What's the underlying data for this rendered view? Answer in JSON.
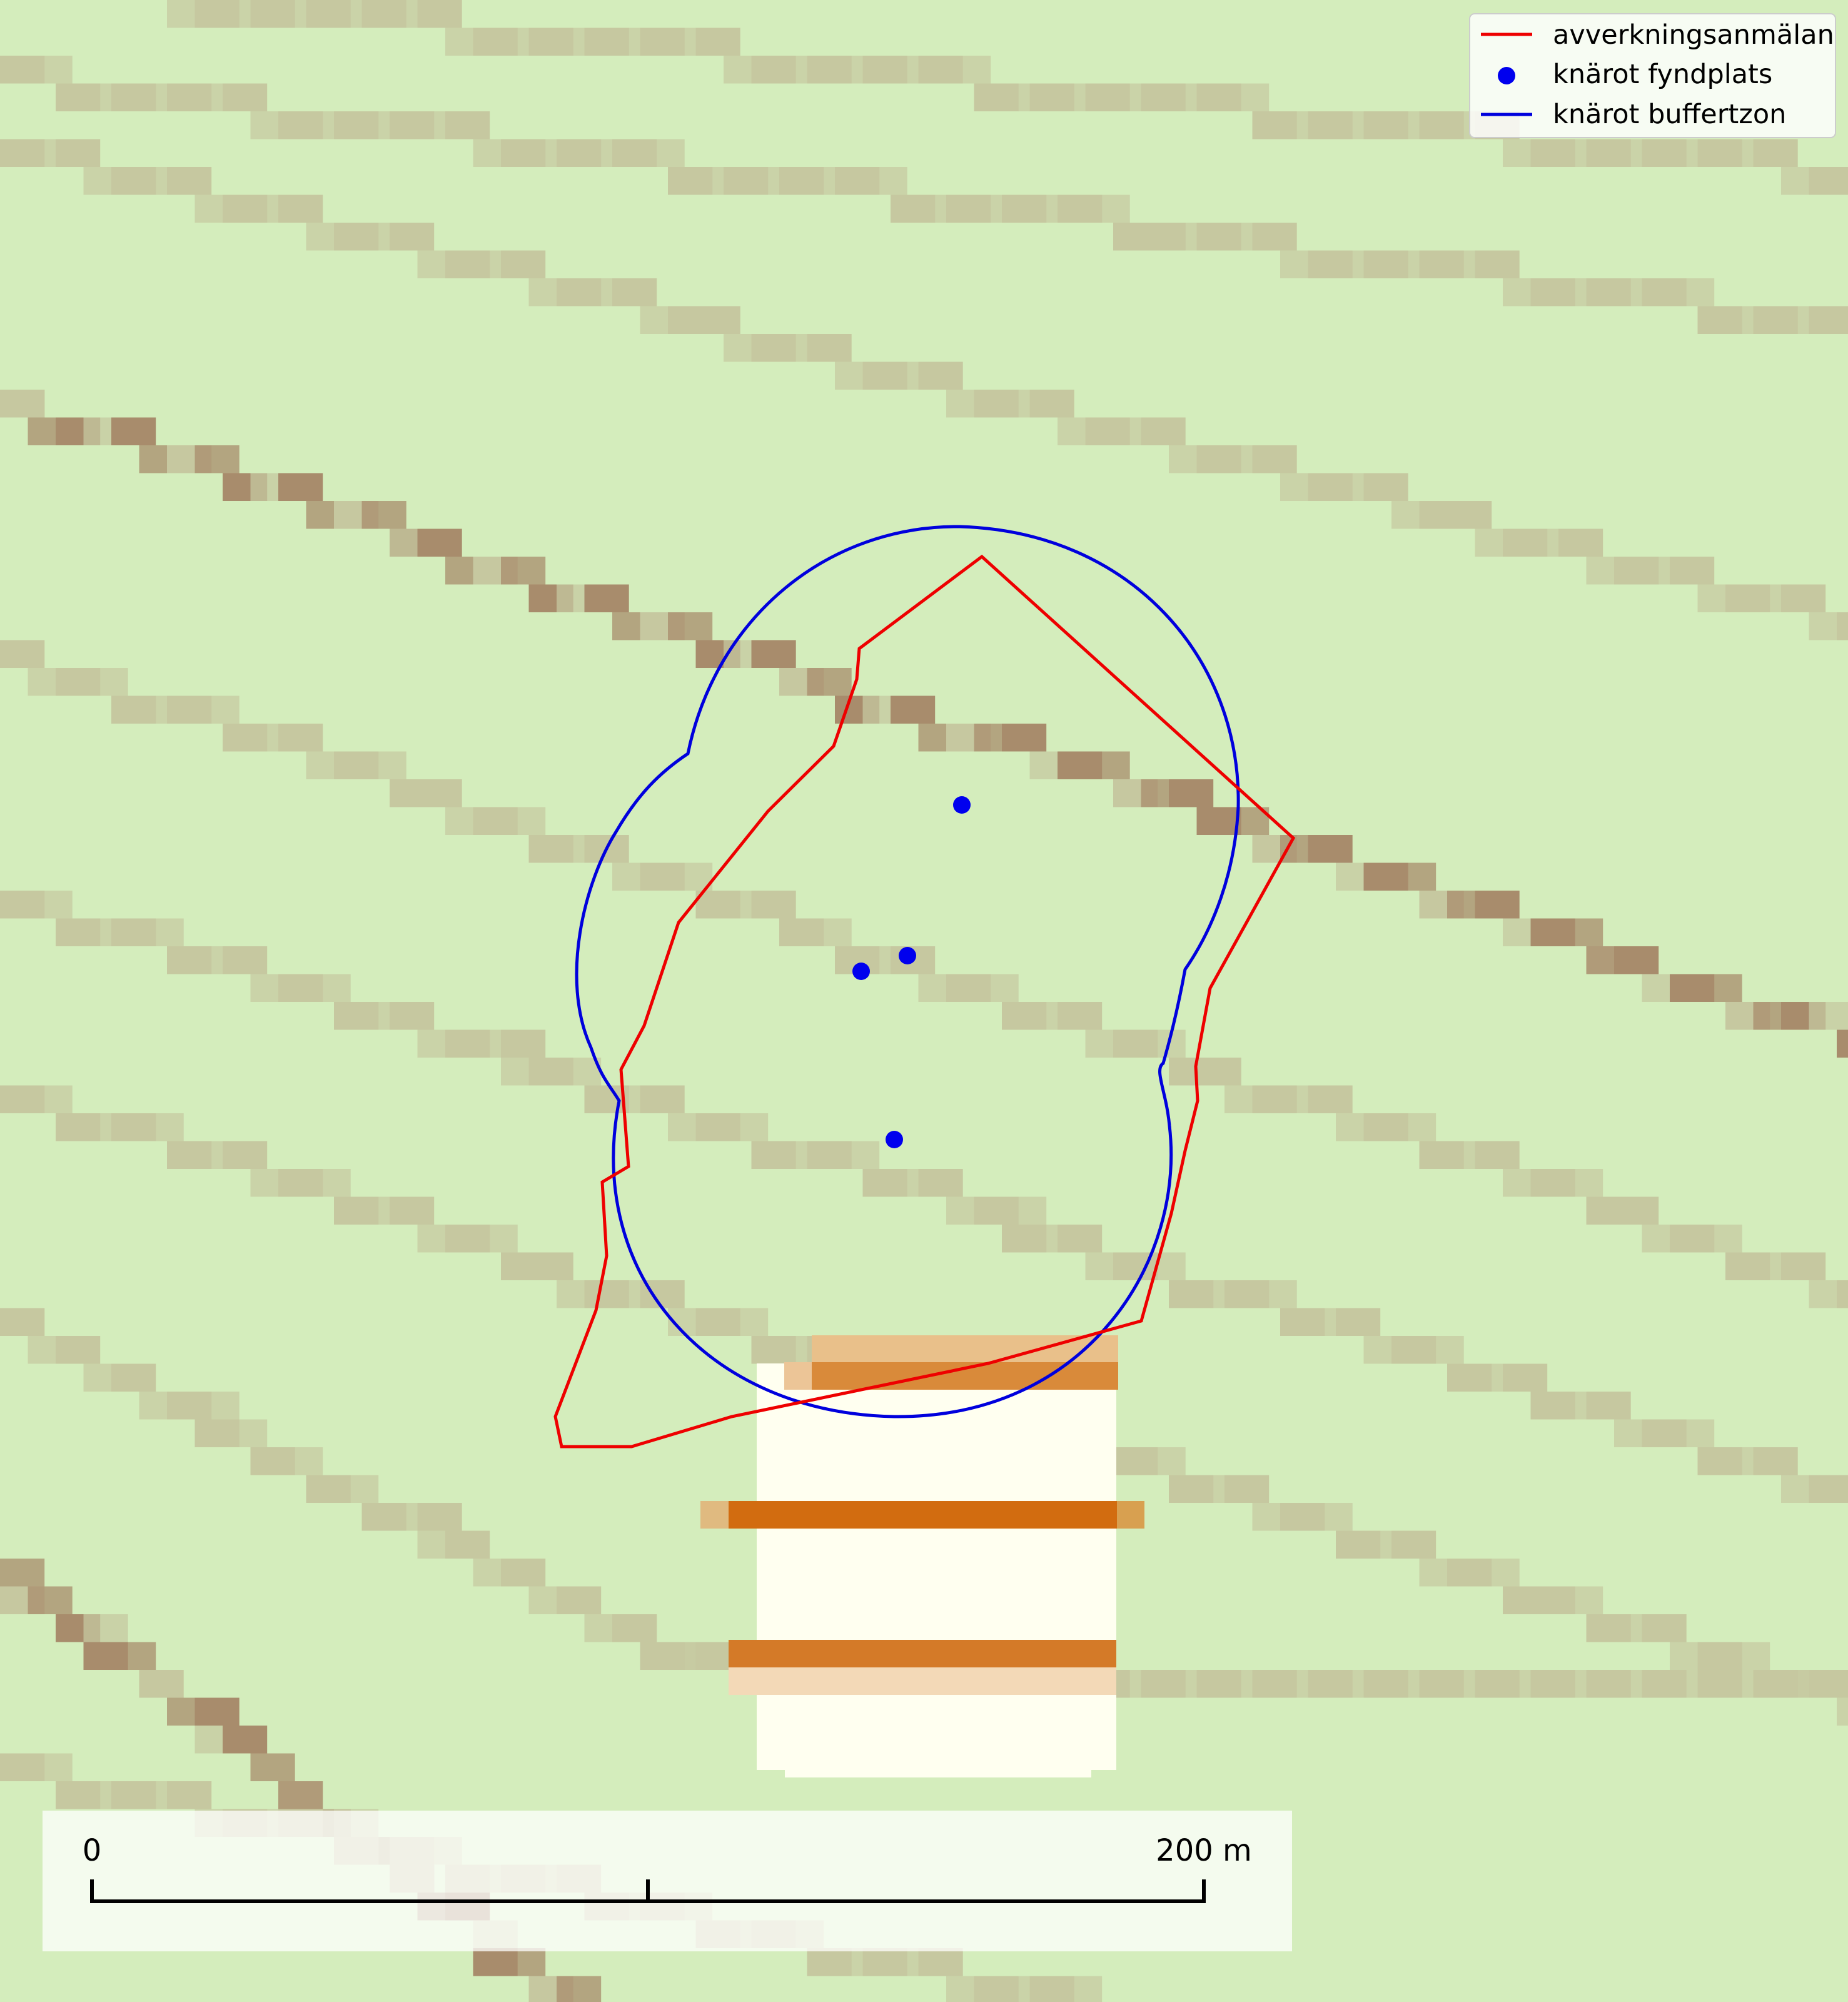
{
  "map": {
    "background_color": "#d4edbc",
    "terrain_color": "#c6c8a0",
    "terrain_dark_color": "#a88c6c",
    "clearing_color": "#fffff0",
    "clearing_band_color": "#d26c10"
  },
  "legend": {
    "position": "top-right",
    "items": [
      {
        "label": "avverkningsanmälan",
        "symbol": "line",
        "color": "#ee0000"
      },
      {
        "label": "knärot fyndplats",
        "symbol": "point",
        "color": "#0000ee"
      },
      {
        "label": "knärot buffertzon",
        "symbol": "line",
        "color": "#0000dd"
      }
    ]
  },
  "scale_bar": {
    "start_label": "0",
    "end_label": "200 m"
  },
  "find_points_count": 4
}
